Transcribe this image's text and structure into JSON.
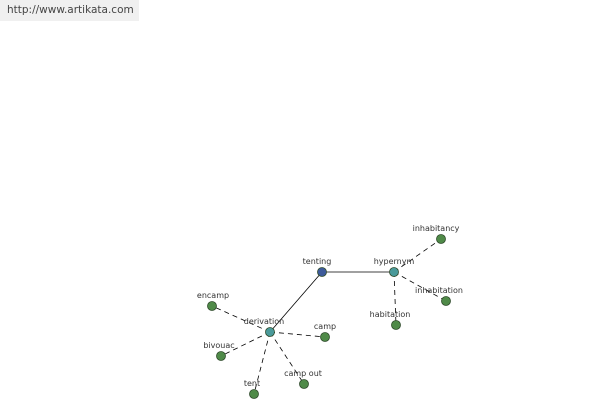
{
  "source_link": "http://www.artikata.com",
  "colors": {
    "center_node": "#3d5a9a",
    "hub_node": "#4a9a9a",
    "leaf_node": "#4f8a48",
    "node_stroke": "#2e4a2a",
    "edge": "#000000"
  },
  "graph": {
    "center": {
      "label": "tenting"
    },
    "hubs": [
      {
        "id": "derivation",
        "label": "derivation"
      },
      {
        "id": "hypernym",
        "label": "hypernym"
      }
    ],
    "leaves": [
      {
        "label": "encamp",
        "hub": "derivation"
      },
      {
        "label": "bivouac",
        "hub": "derivation"
      },
      {
        "label": "tent",
        "hub": "derivation"
      },
      {
        "label": "camp out",
        "hub": "derivation"
      },
      {
        "label": "camp",
        "hub": "derivation"
      },
      {
        "label": "inhabitancy",
        "hub": "hypernym"
      },
      {
        "label": "inhabitation",
        "hub": "hypernym"
      },
      {
        "label": "habitation",
        "hub": "hypernym"
      }
    ]
  }
}
